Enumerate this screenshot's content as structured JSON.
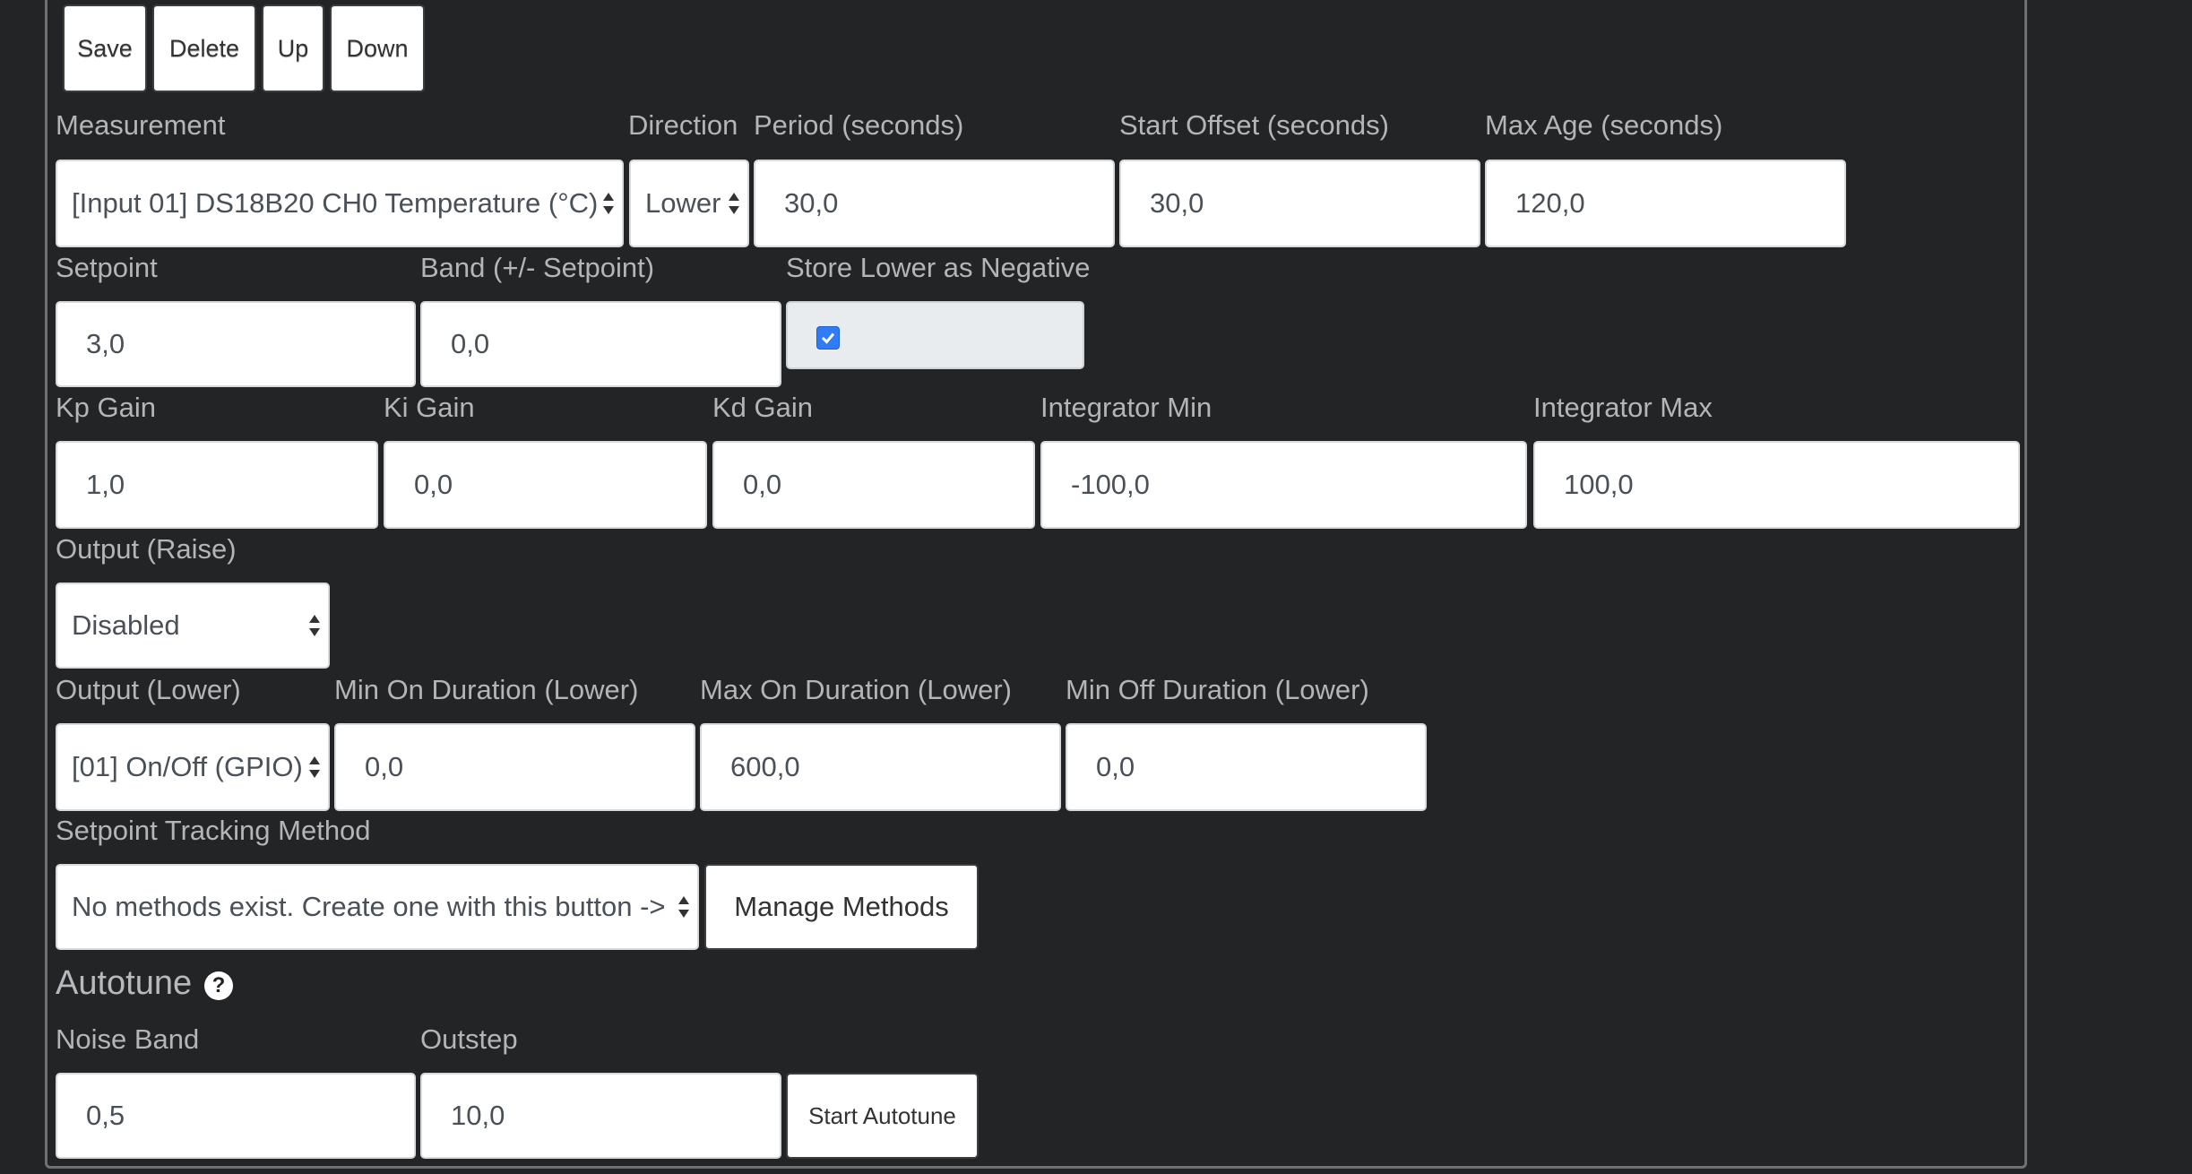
{
  "toolbar": {
    "save_label": "Save",
    "delete_label": "Delete",
    "up_label": "Up",
    "down_label": "Down"
  },
  "row1": {
    "measurement_label": "Measurement",
    "measurement_value": "[Input 01] DS18B20 CH0 Temperature (°C)",
    "direction_label": "Direction",
    "direction_value": "Lower",
    "period_label": "Period (seconds)",
    "period_value": "30,0",
    "start_offset_label": "Start Offset (seconds)",
    "start_offset_value": "30,0",
    "max_age_label": "Max Age (seconds)",
    "max_age_value": "120,0"
  },
  "row2": {
    "setpoint_label": "Setpoint",
    "setpoint_value": "3,0",
    "band_label": "Band (+/- Setpoint)",
    "band_value": "0,0",
    "store_lower_label": "Store Lower as Negative",
    "store_lower_checked": true
  },
  "row3": {
    "kp_label": "Kp Gain",
    "kp_value": "1,0",
    "ki_label": "Ki Gain",
    "ki_value": "0,0",
    "kd_label": "Kd Gain",
    "kd_value": "0,0",
    "integrator_min_label": "Integrator Min",
    "integrator_min_value": "-100,0",
    "integrator_max_label": "Integrator Max",
    "integrator_max_value": "100,0"
  },
  "row4": {
    "output_raise_label": "Output (Raise)",
    "output_raise_value": "Disabled"
  },
  "row5": {
    "output_lower_label": "Output (Lower)",
    "output_lower_value": "[01] On/Off (GPIO)",
    "min_on_label": "Min On Duration (Lower)",
    "min_on_value": "0,0",
    "max_on_label": "Max On Duration (Lower)",
    "max_on_value": "600,0",
    "min_off_label": "Min Off Duration (Lower)",
    "min_off_value": "0,0"
  },
  "row6": {
    "tracking_label": "Setpoint Tracking Method",
    "tracking_value": "No methods exist. Create one with this button ->",
    "manage_methods_label": "Manage Methods"
  },
  "autotune": {
    "heading": "Autotune",
    "help_icon": "question-circle-icon",
    "noise_band_label": "Noise Band",
    "noise_band_value": "0,5",
    "outstep_label": "Outstep",
    "outstep_value": "10,0",
    "start_label": "Start Autotune"
  },
  "colors": {
    "background": "#232426",
    "field_bg": "#ffffff",
    "checkbox_accent": "#2f7cf6"
  }
}
